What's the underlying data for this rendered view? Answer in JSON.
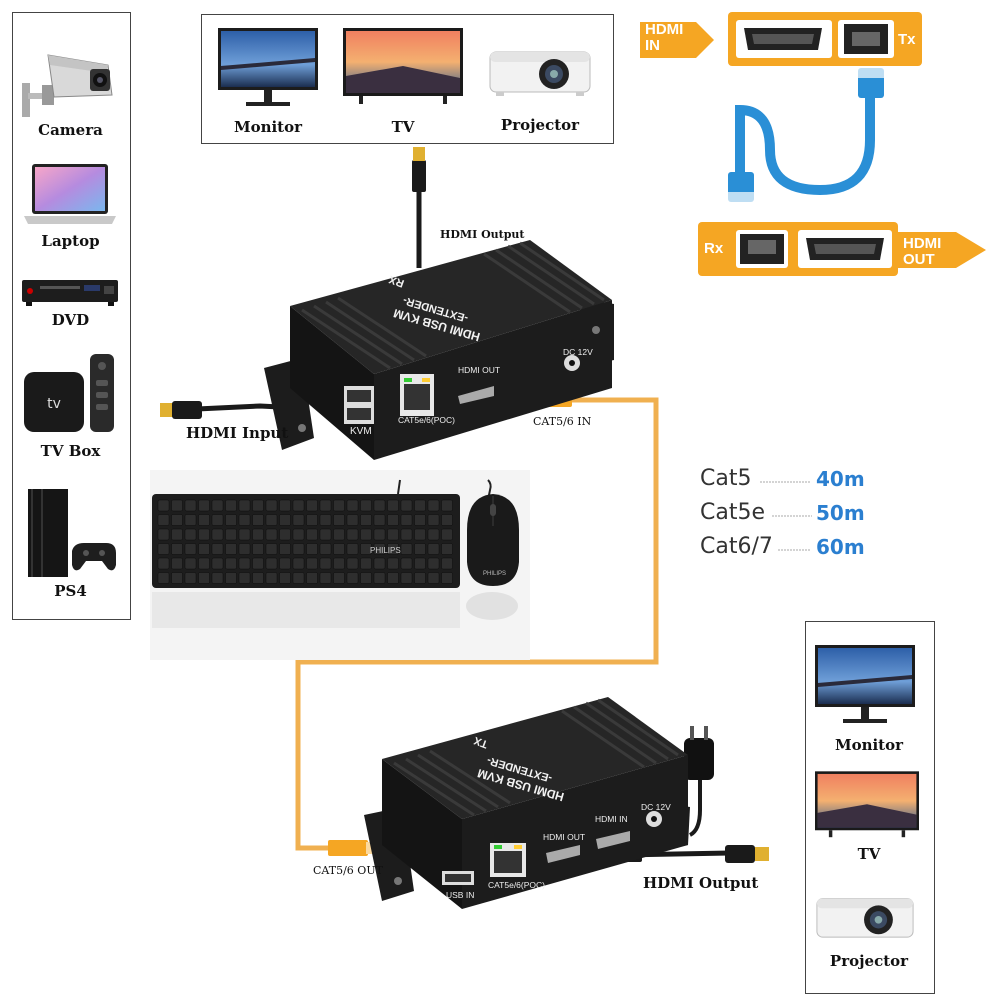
{
  "source_devices": {
    "items": [
      {
        "label": "Camera",
        "icon": "security-camera-icon"
      },
      {
        "label": "Laptop",
        "icon": "laptop-icon"
      },
      {
        "label": "DVD",
        "icon": "dvd-player-icon"
      },
      {
        "label": "TV Box",
        "icon": "tv-box-icon"
      },
      {
        "label": "PS4",
        "icon": "game-console-icon"
      }
    ]
  },
  "rx_displays": {
    "items": [
      {
        "label": "Monitor",
        "icon": "monitor-icon"
      },
      {
        "label": "TV",
        "icon": "tv-icon"
      },
      {
        "label": "Projector",
        "icon": "projector-icon"
      }
    ]
  },
  "tx_displays": {
    "items": [
      {
        "label": "Monitor",
        "icon": "monitor-icon"
      },
      {
        "label": "TV",
        "icon": "tv-icon"
      },
      {
        "label": "Projector",
        "icon": "projector-icon"
      }
    ]
  },
  "rx_unit": {
    "side_tag": "RX",
    "title_line1": "HDMI USB KVM",
    "title_line2": "-EXTENDER-",
    "ports": {
      "kvm": "KVM",
      "cat": "CAT5e/6(POC)",
      "hdmi_out": "HDMI OUT",
      "dc": "DC 12V"
    },
    "callouts": {
      "hdmi_output": "HDMI Output",
      "hdmi_input": "HDMI Input",
      "cat_in": "CAT5/6 IN"
    }
  },
  "tx_unit": {
    "side_tag": "TX",
    "title_line1": "HDMI USB KVM",
    "title_line2": "-EXTENDER-",
    "ports": {
      "usb_in": "USB IN",
      "cat": "CAT5e/6(POC)",
      "hdmi_out": "HDMI OUT",
      "hdmi_in": "HDMI IN",
      "dc": "DC 12V"
    },
    "callouts": {
      "cat_out": "CAT5/6 OUT",
      "hdmi_output": "HDMI Output"
    }
  },
  "keyboard_brand": "PHILIPS",
  "mouse_brand": "PHILIPS",
  "cable_specs": {
    "rows": [
      {
        "type": "Cat5",
        "distance": "40m"
      },
      {
        "type": "Cat5e",
        "distance": "50m"
      },
      {
        "type": "Cat6/7",
        "distance": "60m"
      }
    ]
  },
  "signal_diagram": {
    "hdmi_in": "HDMI\nIN",
    "tx": "Tx",
    "rx": "Rx",
    "hdmi_out": "HDMI\nOUT"
  },
  "colors": {
    "accent_orange": "#f5a623",
    "cable_orange": "#f0b050",
    "cable_blue": "#2a8fd6",
    "distance_blue": "#2b7fd0",
    "device_black": "#1a1a1a"
  }
}
